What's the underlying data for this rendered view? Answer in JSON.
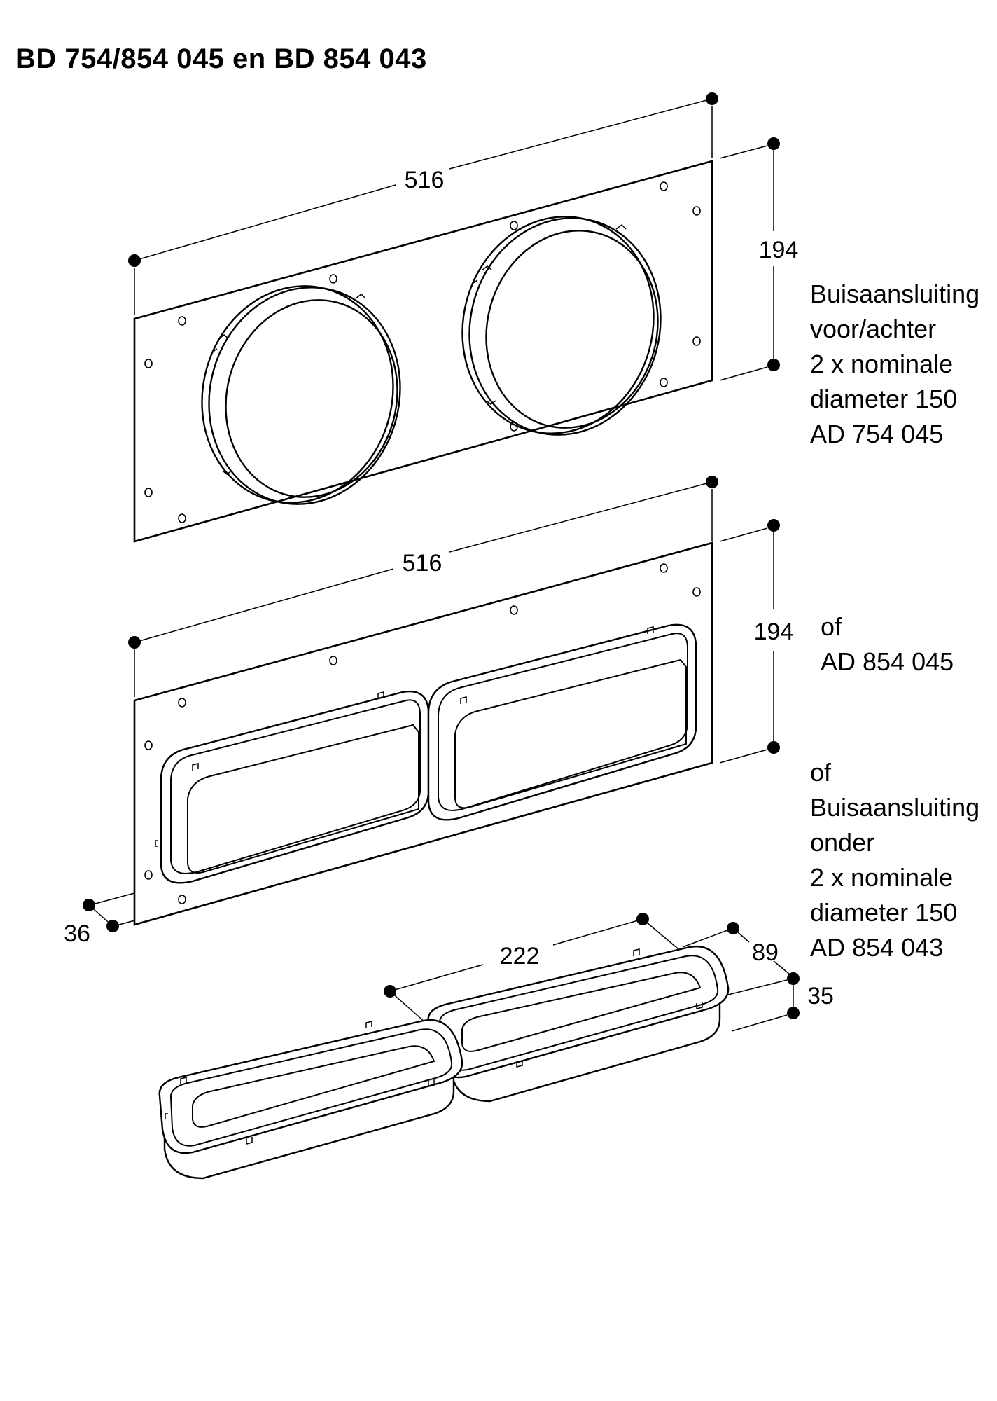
{
  "title": "BD 754/854 045 en BD 854 043",
  "dimensions": {
    "top_width": "516",
    "top_height": "194",
    "mid_width": "516",
    "mid_height": "194",
    "depth": "36",
    "bottom_length": "222",
    "bottom_width": "89",
    "bottom_height": "35"
  },
  "labels": {
    "top": [
      "Buisaansluiting",
      "voor/achter",
      "2 x nominale",
      "diameter 150",
      "AD 754 045"
    ],
    "middle": [
      "of",
      "AD 854 045"
    ],
    "bottom": [
      "of",
      "Buisaansluiting",
      "onder",
      "2 x nominale",
      "diameter 150",
      "AD 854 043"
    ]
  }
}
